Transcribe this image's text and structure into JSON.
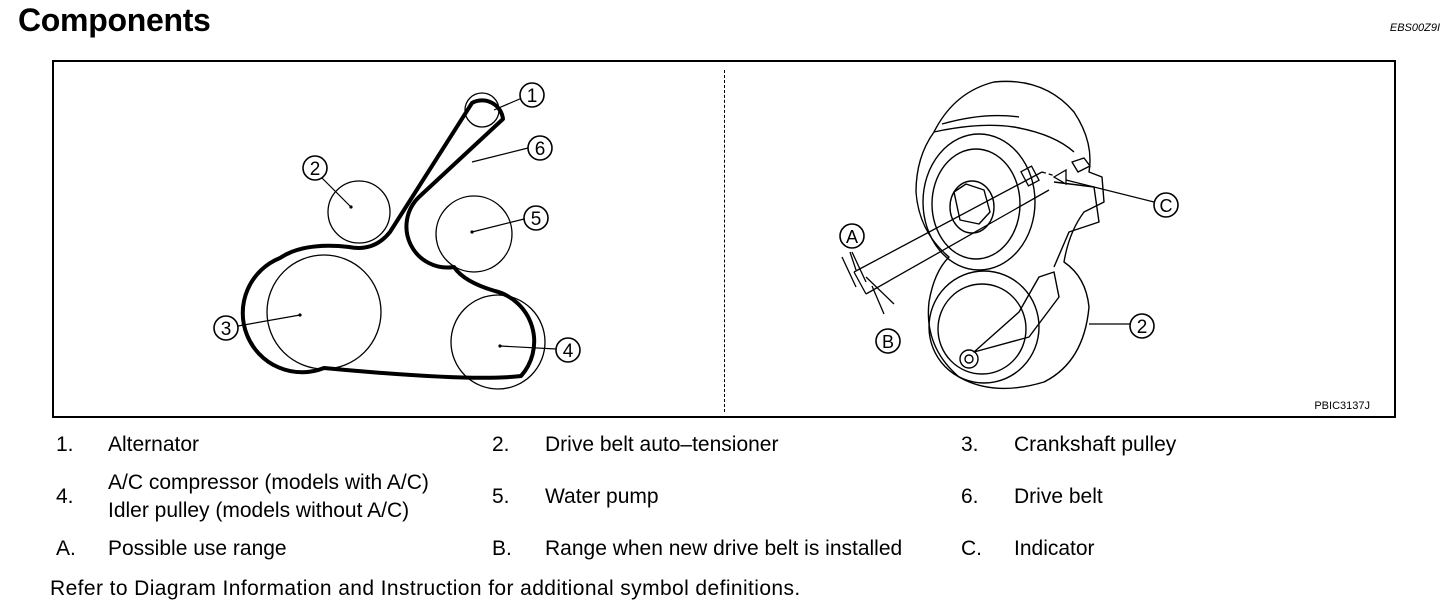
{
  "header": {
    "title": "Components",
    "code": "EBS00Z9I"
  },
  "figure": {
    "id": "PBIC3137J",
    "callouts": {
      "n1": "1",
      "n2": "2",
      "n3": "3",
      "n4": "4",
      "n5": "5",
      "n6": "6",
      "t2": "2",
      "A": "A",
      "B": "B",
      "C": "C"
    }
  },
  "legend": [
    {
      "key": "1.",
      "label": "Alternator"
    },
    {
      "key": "2.",
      "label": "Drive belt auto–tensioner"
    },
    {
      "key": "3.",
      "label": "Crankshaft pulley"
    },
    {
      "key": "4.",
      "label": "A/C compressor (models with A/C)",
      "label2": "Idler pulley (models without A/C)"
    },
    {
      "key": "5.",
      "label": "Water pump"
    },
    {
      "key": "6.",
      "label": "Drive belt"
    },
    {
      "key": "A.",
      "label": "Possible use range"
    },
    {
      "key": "B.",
      "label": "Range when new drive belt is installed"
    },
    {
      "key": "C.",
      "label": "Indicator"
    }
  ],
  "footer": {
    "note": "Refer to Diagram Information and Instruction for additional symbol definitions."
  }
}
